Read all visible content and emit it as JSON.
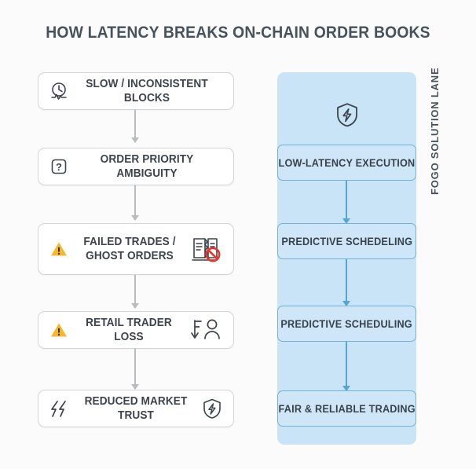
{
  "title": "HOW LATENCY BREAKS ON-CHAIN ORDER BOOKS",
  "colors": {
    "background": "#fbfbfb",
    "title_text": "#46525c",
    "box_border": "#d2d5d8",
    "box_fill": "#ffffff",
    "connector": "#b9bcbf",
    "lane_fill": "#c9e3f7",
    "lane_box_fill": "#cfe6f8",
    "lane_box_border": "#6fb2dd",
    "lane_connector": "#56a3d6",
    "warning_amber": "#f5b731",
    "prohibit_red": "#e8352c",
    "icon_dark": "#3b444c"
  },
  "problem_flow": {
    "steps": [
      {
        "label": "SLOW / INCONSISTENT BLOCKS",
        "left_icon": "clock-pulse-icon",
        "right_icon": null
      },
      {
        "label": "ORDER PRIORITY AMBIGUITY",
        "left_icon": "question-box-icon",
        "right_icon": null
      },
      {
        "label": "FAILED TRADES /\nGHOST ORDERS",
        "left_icon": "warning-triangle-icon",
        "right_icon": "torn-document-prohibited-icon"
      },
      {
        "label": "RETAIL TRADER LOSS",
        "left_icon": "warning-triangle-icon",
        "right_icon": "declining-trader-icon"
      },
      {
        "label": "REDUCED MARKET TRUST",
        "left_icon": "broken-bolt-icon",
        "right_icon": "shield-bolt-icon"
      }
    ]
  },
  "solution_lane": {
    "label": "FOGO SOLUTION LANE",
    "header_icon": "shield-bolt-icon",
    "steps": [
      {
        "label": "LOW-LATENCY EXECUTION"
      },
      {
        "label": "PREDICTIVE SCHEDELING"
      },
      {
        "label": "PREDICTIVE SCHEDULING"
      },
      {
        "label": "FAIR & RELIABLE TRADING"
      }
    ]
  }
}
